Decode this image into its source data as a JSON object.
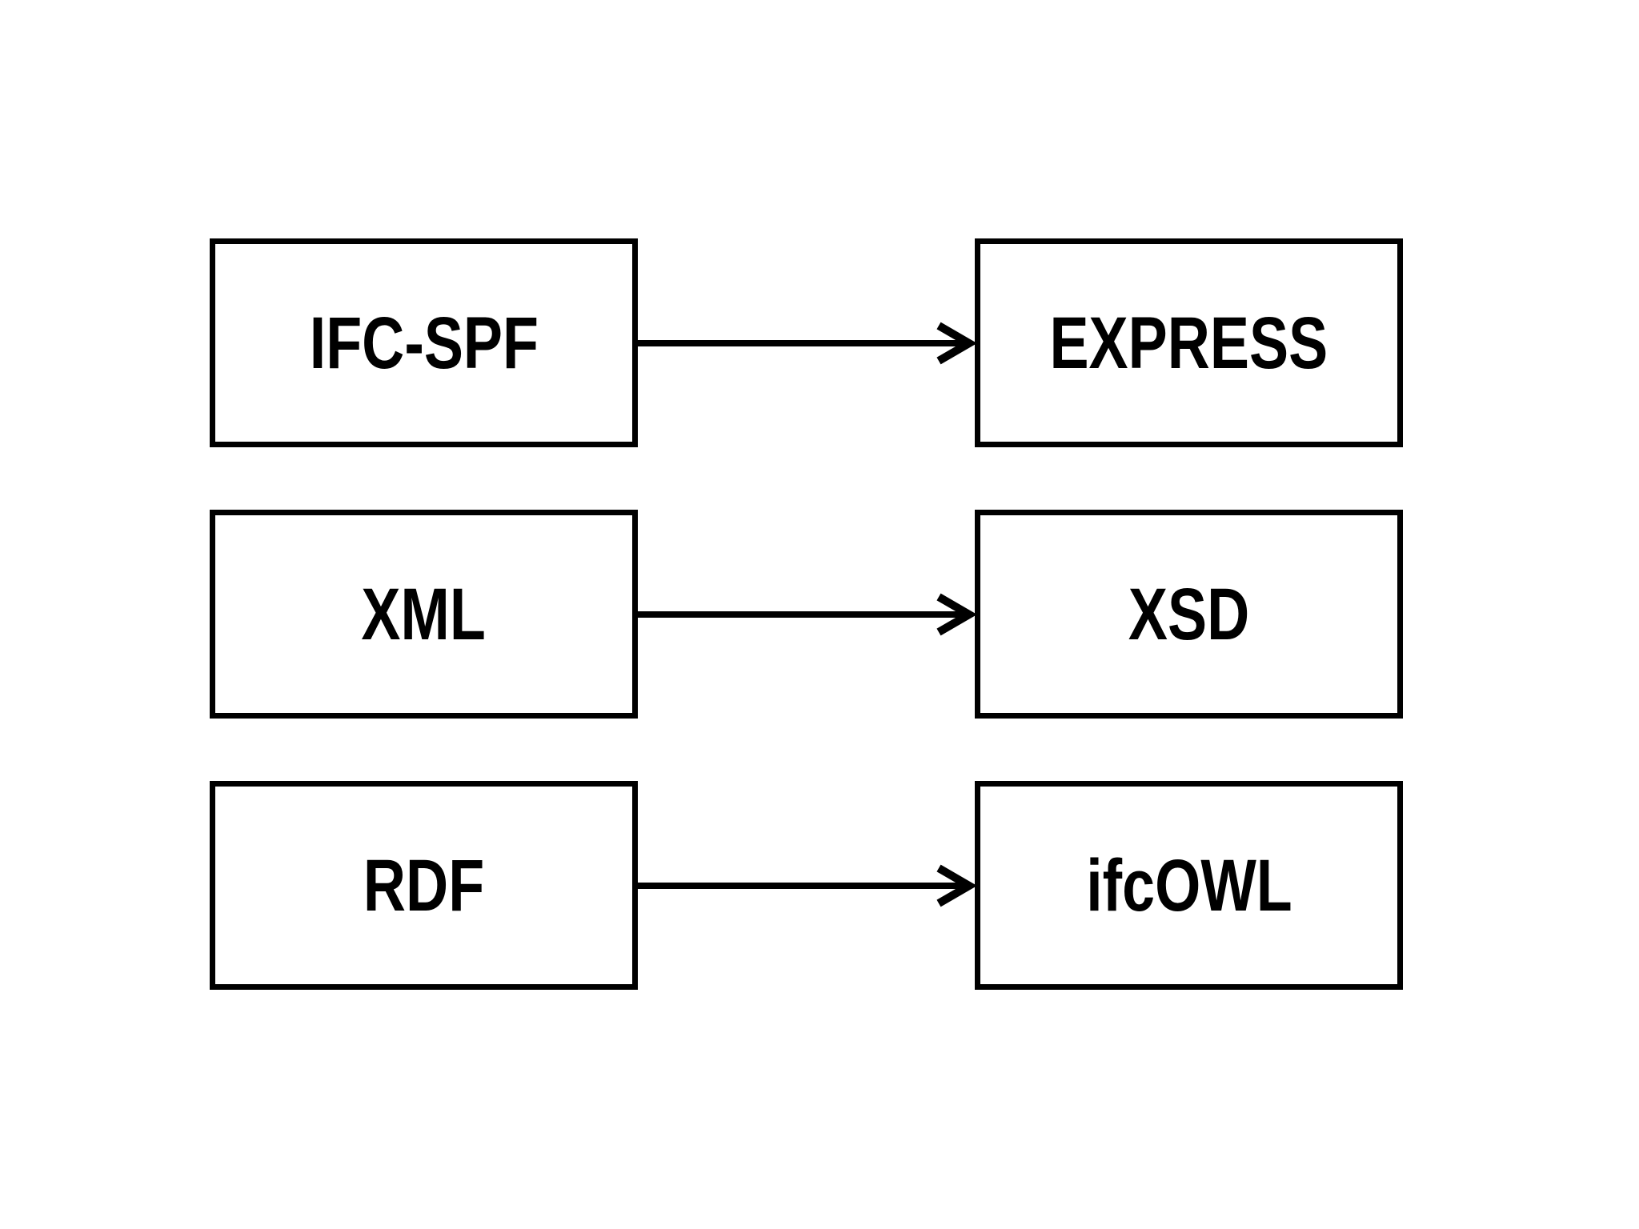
{
  "diagram": {
    "type": "flow",
    "colors": {
      "stroke": "#000000",
      "background": "#ffffff",
      "text": "#000000"
    },
    "rows": [
      {
        "source": {
          "label": "IFC-SPF"
        },
        "arrow": {
          "direction": "right"
        },
        "target": {
          "label": "EXPRESS"
        }
      },
      {
        "source": {
          "label": "XML"
        },
        "arrow": {
          "direction": "right"
        },
        "target": {
          "label": "XSD"
        }
      },
      {
        "source": {
          "label": "RDF"
        },
        "arrow": {
          "direction": "right"
        },
        "target": {
          "label": "ifcOWL"
        }
      }
    ]
  }
}
